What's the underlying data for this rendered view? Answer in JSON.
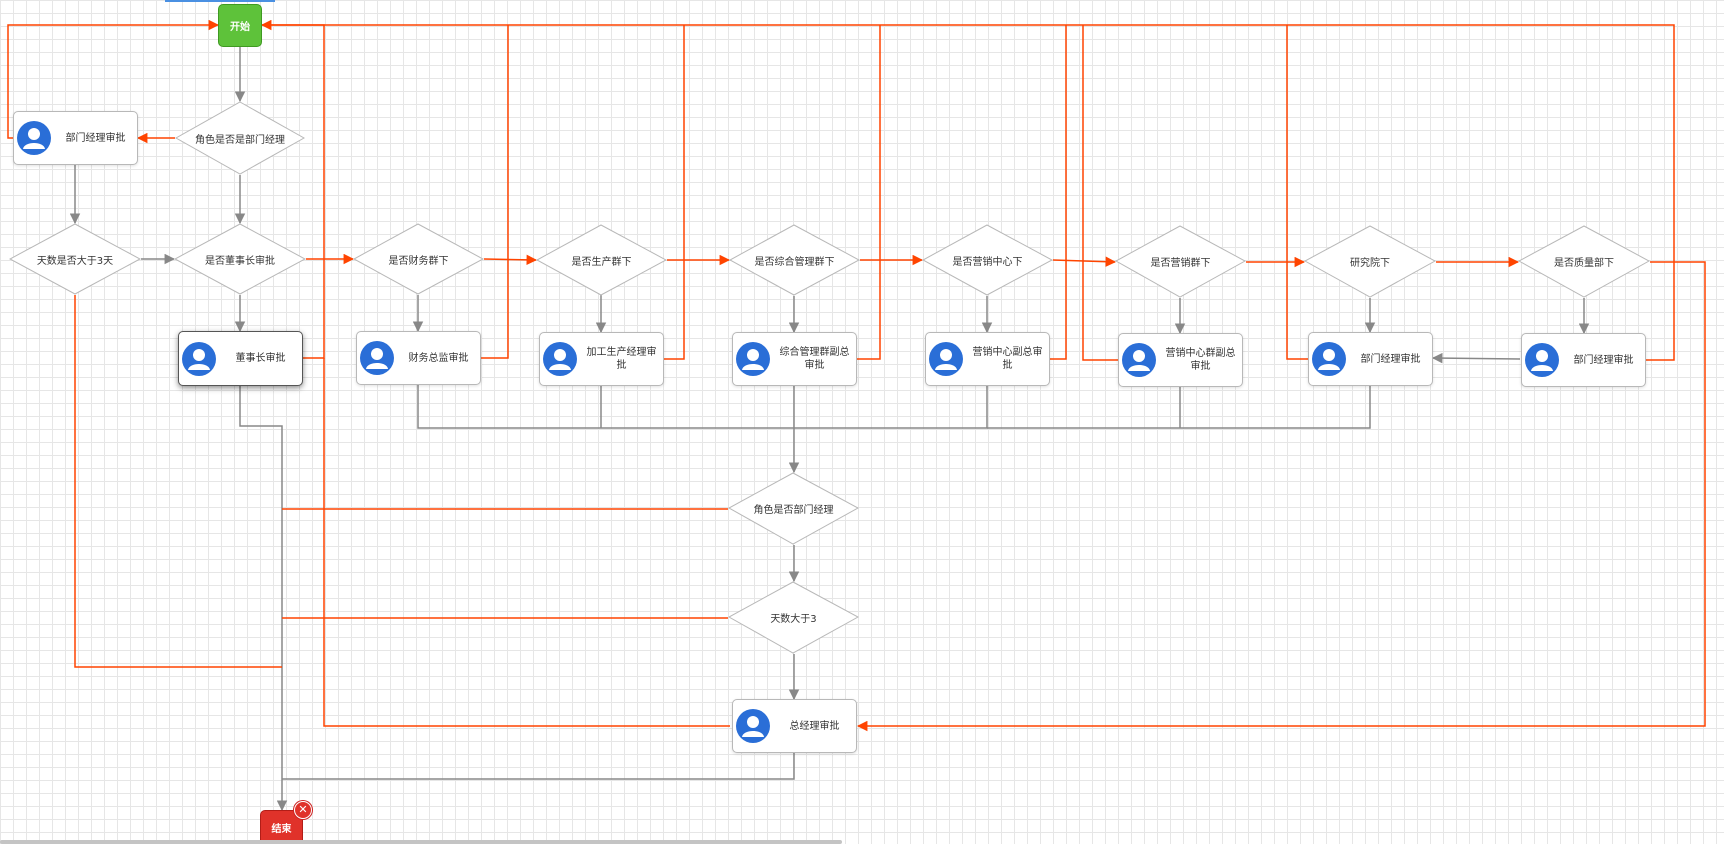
{
  "colors": {
    "accept": "#888888",
    "reject": "#ff4400",
    "start": "#5ec23a",
    "end": "#e0322a",
    "avatar": "#2a6ed7"
  },
  "start": {
    "label": "开始"
  },
  "end": {
    "label": "结束"
  },
  "tasks": {
    "dept_mgr_1": "部门经理审批",
    "chairman": "董事长审批",
    "cfo": "财务总监审批",
    "production": "加工生产经理审批",
    "admin_vp": "综合管理群副总审批",
    "marketing_center": "营销中心副总审批",
    "marketing_group": "营销中心群副总审批",
    "dept_mgr_rd": "部门经理审批",
    "dept_mgr_qa": "部门经理审批",
    "gm": "总经理审批"
  },
  "gateways": {
    "is_dept_mgr_top": "角色是否是部门经理",
    "days_gt3_top": "天数是否大于3天",
    "is_chairman_sub": "是否董事长审批",
    "is_finance": "是否财务群下",
    "is_production": "是否生产群下",
    "is_admin": "是否综合管理群下",
    "is_marketing_center": "是否营销中心下",
    "is_marketing": "是否营销群下",
    "is_rd": "研究院下",
    "is_qa": "是否质量部下",
    "is_dept_mgr_mid": "角色是否部门经理",
    "days_gt3_mid": "天数大于3"
  },
  "icons": {
    "task_avatar": "user-avatar-icon",
    "delete": "close-circle-icon"
  }
}
